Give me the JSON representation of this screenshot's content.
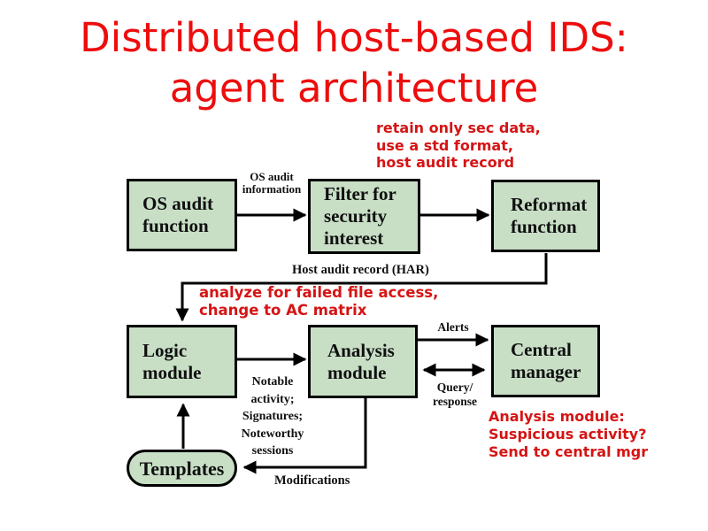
{
  "slide": {
    "title": "Distributed host-based IDS:\nagent architecture"
  },
  "annotations": {
    "top_right": "retain only sec data,\nuse a std format,\nhost audit record",
    "middle": "analyze for failed file access,\nchange to  AC matrix",
    "bottom_right": "Analysis module:\nSuspicious activity?\nSend to central mgr"
  },
  "boxes": {
    "os_audit": "OS audit\nfunction",
    "filter": "Filter for\nsecurity\ninterest",
    "reformat": "Reformat\nfunction",
    "logic": "Logic\nmodule",
    "analysis": "Analysis\nmodule",
    "central": "Central\nmanager",
    "templates": "Templates"
  },
  "edge_labels": {
    "os_audit_information": "OS audit\ninformation",
    "host_audit_record": "Host audit record (HAR)",
    "alerts": "Alerts",
    "query_response": "Query/\nresponse",
    "notable": "Notable\nactivity;\nSignatures;\nNoteworthy\nsessions",
    "modifications": "Modifications"
  },
  "colors": {
    "title_red": "#ed0d0d",
    "annotation_red": "#d51414",
    "box_fill": "#c8dfc6",
    "box_border": "#000000",
    "arrow": "#000000"
  }
}
